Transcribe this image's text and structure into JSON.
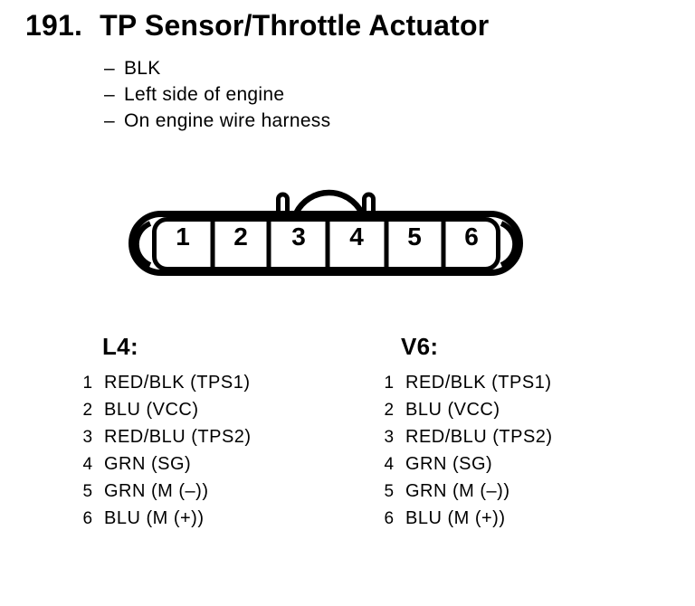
{
  "figure": {
    "number": "191.",
    "title": "TP Sensor/Throttle Actuator"
  },
  "notes": {
    "bullet_char": "–",
    "items": [
      "BLK",
      "Left side of engine",
      "On engine wire harness"
    ]
  },
  "connector": {
    "pins": [
      "1",
      "2",
      "3",
      "4",
      "5",
      "6"
    ]
  },
  "pinouts": [
    {
      "engine": "L4:",
      "rows": [
        {
          "pin": "1",
          "label": "RED/BLK (TPS1)"
        },
        {
          "pin": "2",
          "label": "BLU (VCC)"
        },
        {
          "pin": "3",
          "label": "RED/BLU (TPS2)"
        },
        {
          "pin": "4",
          "label": "GRN (SG)"
        },
        {
          "pin": "5",
          "label": "GRN (M (–))"
        },
        {
          "pin": "6",
          "label": "BLU (M (+))"
        }
      ]
    },
    {
      "engine": "V6:",
      "rows": [
        {
          "pin": "1",
          "label": "RED/BLK (TPS1)"
        },
        {
          "pin": "2",
          "label": "BLU (VCC)"
        },
        {
          "pin": "3",
          "label": "RED/BLU (TPS2)"
        },
        {
          "pin": "4",
          "label": "GRN (SG)"
        },
        {
          "pin": "5",
          "label": "GRN (M (–))"
        },
        {
          "pin": "6",
          "label": "BLU (M (+))"
        }
      ]
    }
  ],
  "colors": {
    "ink": "#000000",
    "paper": "#ffffff"
  }
}
